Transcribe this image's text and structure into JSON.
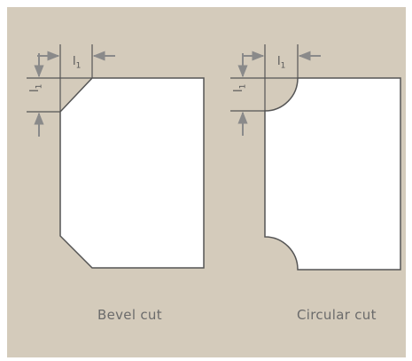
{
  "figures": [
    {
      "caption": "Bevel cut",
      "horizontal_label": "l",
      "horizontal_label_sub": "1",
      "vertical_label": "l",
      "vertical_label_sub": "1"
    },
    {
      "caption": "Circular cut",
      "horizontal_label": "l",
      "horizontal_label_sub": "1",
      "vertical_label": "l",
      "vertical_label_sub": "1"
    }
  ],
  "colors": {
    "background": "#d4cbbb",
    "shape_fill": "#ffffff",
    "outline": "#555555",
    "arrow": "#8a8a8a",
    "caption": "#6b6b6b"
  }
}
